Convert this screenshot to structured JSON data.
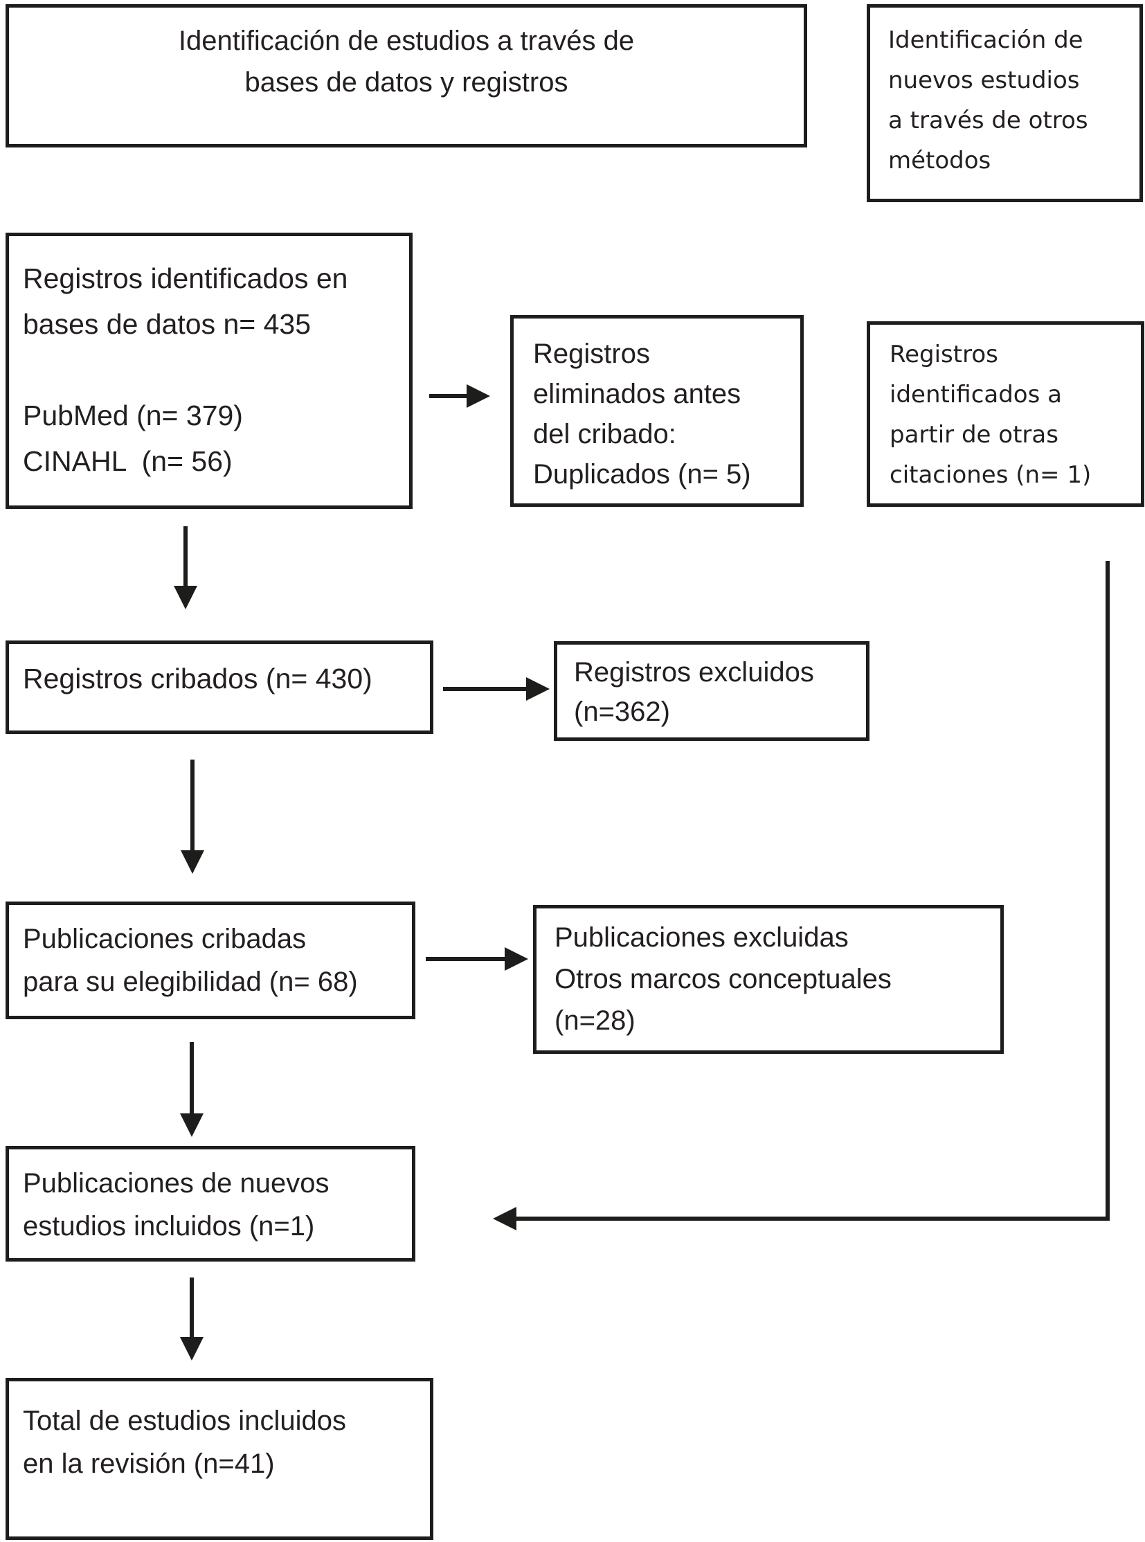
{
  "flowchart": {
    "headers": {
      "databases": "Identificación de estudios a través de\nbases de datos y registros",
      "other_methods": "Identificación de\nnuevos estudios\na través de otros\nmétodos"
    },
    "boxes": {
      "records_identified": "Registros identificados en\nbases de datos n= 435\n\nPubMed (n= 379)\nCINAHL  (n= 56)",
      "records_removed": "Registros\neliminados antes\ndel cribado:\nDuplicados (n= 5)",
      "records_other_citations": "Registros\nidentificados a\npartir de otras\ncitaciones (n= 1)",
      "records_screened": "Registros cribados (n= 430)",
      "records_excluded": "Registros excluidos\n(n=362)",
      "publications_screened": "Publicaciones cribadas\npara su elegibilidad (n= 68)",
      "publications_excluded": "Publicaciones excluidas\nOtros marcos conceptuales\n(n=28)",
      "new_studies_included": "Publicaciones de nuevos\nestudios incluidos (n=1)",
      "total_included": "Total de estudios incluidos\nen la revisión (n=41)"
    },
    "counts": {
      "identified_databases_total": 435,
      "pubmed": 379,
      "cinahl": 56,
      "duplicates_removed": 5,
      "other_citations": 1,
      "screened": 430,
      "excluded": 362,
      "screened_for_eligibility": 68,
      "excluded_other_frameworks": 28,
      "new_studies": 1,
      "total_in_review": 41
    },
    "colors": {
      "background": "#ffffff",
      "border": "#1d1d1b",
      "text": "#231f20",
      "arrow": "#1d1d1b"
    }
  }
}
